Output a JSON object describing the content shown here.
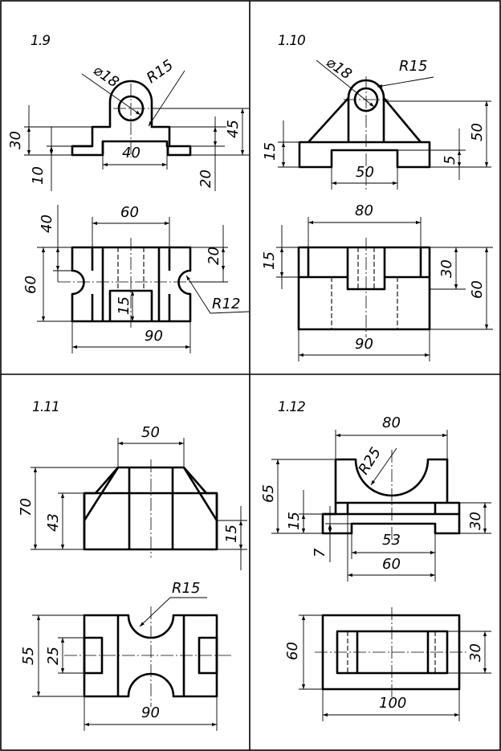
{
  "panels": [
    {
      "label": "1.9",
      "front_dims": {
        "diameter": "⌀18",
        "radius": "R15",
        "height_total": "30",
        "height_right": "45",
        "base_width": "40",
        "base_thickness": "10",
        "base_right": "20"
      },
      "top_dims": {
        "inner_width": "60",
        "left_offset": "40",
        "left_height": "60",
        "right_height": "20",
        "slot_depth": "15",
        "notch_radius": "R12",
        "total_width": "90"
      }
    },
    {
      "label": "1.10",
      "front_dims": {
        "diameter": "⌀18",
        "radius": "R15",
        "height_left": "15",
        "height_right": "50",
        "slot_width": "50",
        "slot_depth": "5"
      },
      "top_dims": {
        "top_width": "80",
        "left_height": "15",
        "right_inner": "30",
        "right_total": "60",
        "total_width": "90"
      }
    },
    {
      "label": "1.11",
      "front_dims": {
        "top_width": "50",
        "height_total": "70",
        "height_inner": "43",
        "height_right": "15"
      },
      "top_dims": {
        "radius": "R15",
        "height_total": "55",
        "height_inner": "25",
        "total_width": "90"
      }
    },
    {
      "label": "1.12",
      "front_dims": {
        "top_width": "80",
        "radius": "R25",
        "height_total": "65",
        "height_flange": "15",
        "flange_thick": "7",
        "height_right": "30",
        "inner_width": "53",
        "base_width": "60"
      },
      "top_dims": {
        "height_total": "60",
        "height_right": "30",
        "total_width": "100"
      }
    }
  ]
}
